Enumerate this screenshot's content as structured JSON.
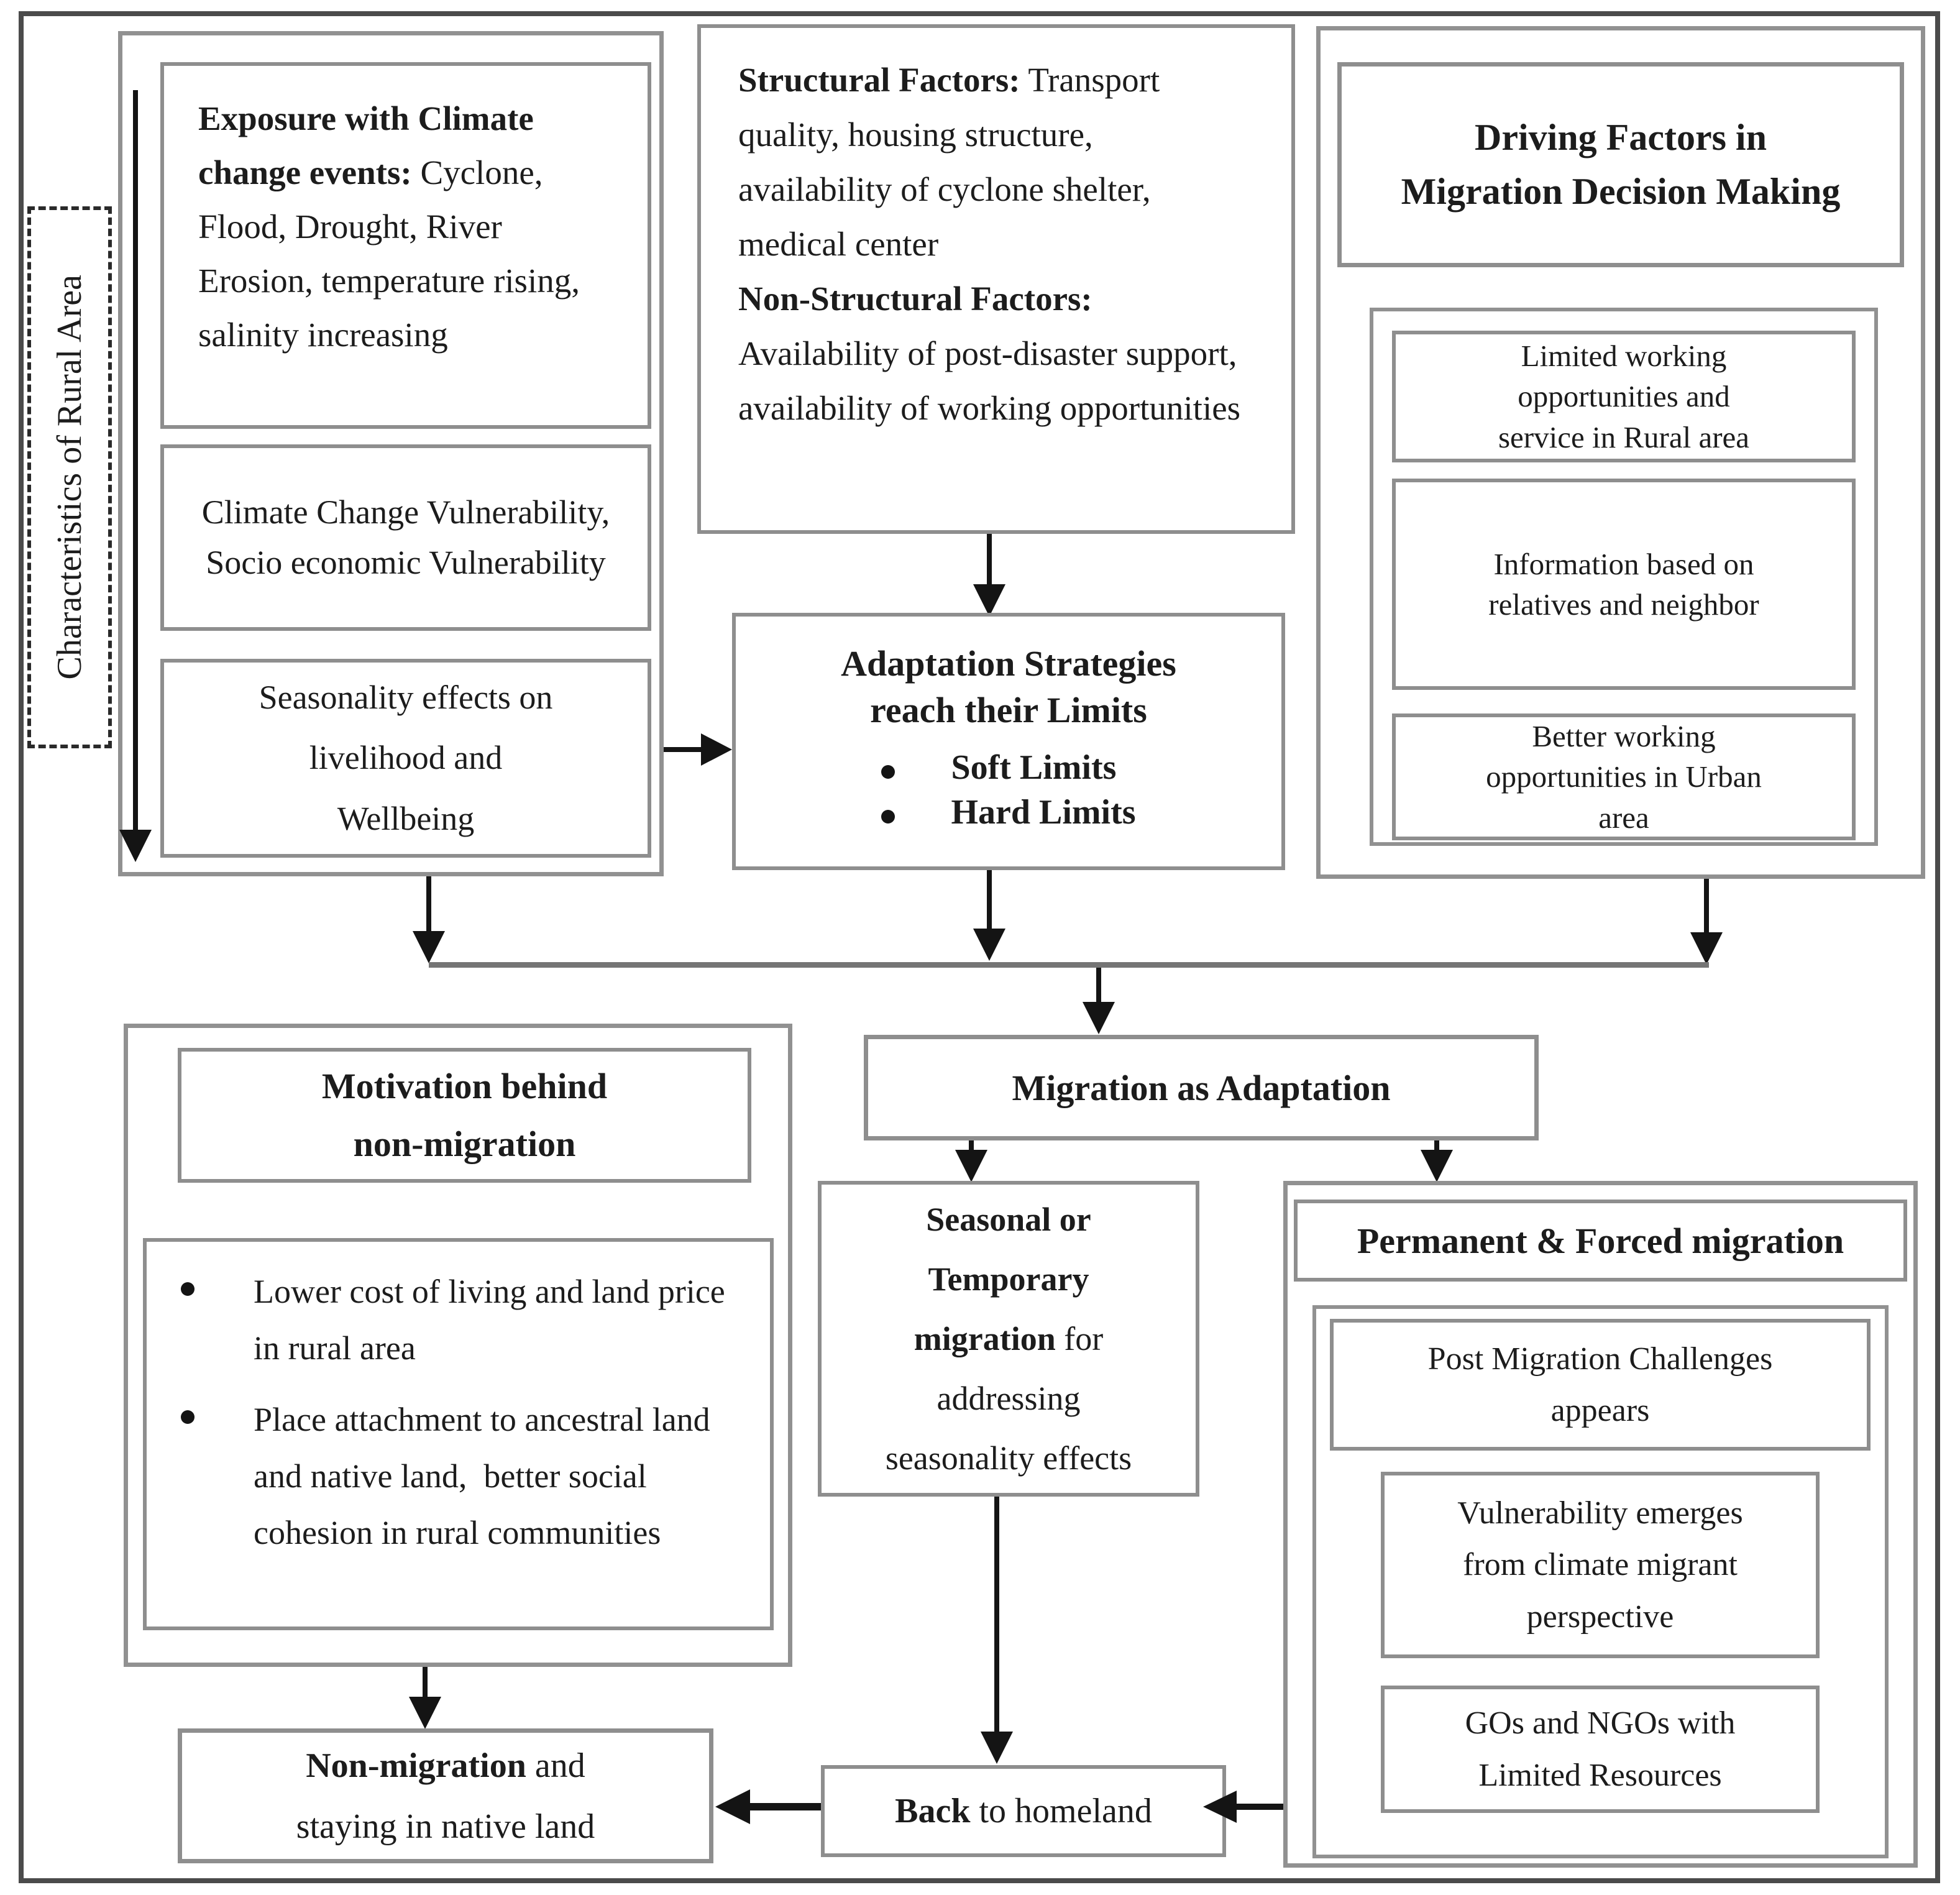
{
  "colors": {
    "frame_border": "#4b4b4b",
    "box_border": "#8e8e8e",
    "arrow": "#141414",
    "text": "#1c1c1c"
  },
  "labels": {
    "rural_area": "Characteristics of Rural Area"
  },
  "nodes": {
    "exposure": {
      "parts": [
        {
          "t": "Exposure with Climate change events:",
          "b": true
        },
        {
          "t": " Cyclone, Flood, Drought, River Erosion, temperature rising, salinity increasing"
        }
      ]
    },
    "climate_vulnerability": {
      "text": "Climate Change Vulnerability, Socio economic Vulnerability"
    },
    "seasonality": {
      "parts": [
        {
          "t": "Seasonality effects on"
        },
        {
          "br": true
        },
        {
          "t": "livelihood and"
        },
        {
          "br": true
        },
        {
          "t": "Wellbeing"
        }
      ]
    },
    "factors": {
      "parts": [
        {
          "t": "Structural Factors:",
          "b": true
        },
        {
          "t": " Transport quality, housing structure, availability of cyclone shelter, medical center"
        },
        {
          "br": true
        },
        {
          "t": "Non-Structural Factors:",
          "b": true
        },
        {
          "br": true
        },
        {
          "t": "Availability of post-disaster support, availability of working opportunities"
        }
      ]
    },
    "adaptation_limits": {
      "title_parts": [
        {
          "t": "Adaptation Strategies",
          "b": true
        },
        {
          "br": true
        },
        {
          "t": "reach their Limits",
          "b": true
        }
      ],
      "bullets": [
        "Soft Limits",
        "Hard Limits"
      ]
    },
    "driving_factors": {
      "title_parts": [
        {
          "t": "Driving Factors in",
          "b": true
        },
        {
          "br": true
        },
        {
          "t": "Migration Decision Making",
          "b": true
        }
      ],
      "items": [
        {
          "parts": [
            {
              "t": "Limited working"
            },
            {
              "br": true
            },
            {
              "t": "opportunities and"
            },
            {
              "br": true
            },
            {
              "t": "service in Rural area"
            }
          ]
        },
        {
          "parts": [
            {
              "t": "Information based on"
            },
            {
              "br": true
            },
            {
              "t": "relatives and neighbor"
            }
          ]
        },
        {
          "parts": [
            {
              "t": "Better working"
            },
            {
              "br": true
            },
            {
              "t": "opportunities in Urban"
            },
            {
              "br": true
            },
            {
              "t": "area"
            }
          ]
        }
      ]
    },
    "migration_adaptation": {
      "text": "Migration as Adaptation"
    },
    "motivation": {
      "title_parts": [
        {
          "t": "Motivation behind",
          "b": true
        },
        {
          "br": true
        },
        {
          "t": "non-migration",
          "b": true
        }
      ],
      "bullets": [
        "Lower cost of living and land price in rural area",
        "Place attachment to ancestral land and native land,  better social cohesion in rural communities"
      ]
    },
    "seasonal_migration": {
      "parts": [
        {
          "t": "Seasonal or",
          "b": true
        },
        {
          "br": true
        },
        {
          "t": "Temporary",
          "b": true
        },
        {
          "br": true
        },
        {
          "t": "migration",
          "b": true
        },
        {
          "t": " for"
        },
        {
          "br": true
        },
        {
          "t": "addressing"
        },
        {
          "br": true
        },
        {
          "t": "seasonality effects"
        }
      ]
    },
    "permanent_migration": {
      "title": "Permanent & Forced migration",
      "items": [
        {
          "parts": [
            {
              "t": "Post Migration Challenges"
            },
            {
              "br": true
            },
            {
              "t": "appears"
            }
          ]
        },
        {
          "parts": [
            {
              "t": "Vulnerability emerges"
            },
            {
              "br": true
            },
            {
              "t": "from climate migrant"
            },
            {
              "br": true
            },
            {
              "t": "perspective"
            }
          ]
        },
        {
          "parts": [
            {
              "t": "GOs and NGOs with"
            },
            {
              "br": true
            },
            {
              "t": "Limited Resources"
            }
          ]
        }
      ]
    },
    "non_migration": {
      "parts": [
        {
          "t": "Non-migration",
          "b": true
        },
        {
          "t": " and"
        },
        {
          "br": true
        },
        {
          "t": "staying in native land"
        }
      ]
    },
    "back_homeland": {
      "parts": [
        {
          "t": "Back",
          "b": true
        },
        {
          "t": " to homeland"
        }
      ]
    }
  }
}
